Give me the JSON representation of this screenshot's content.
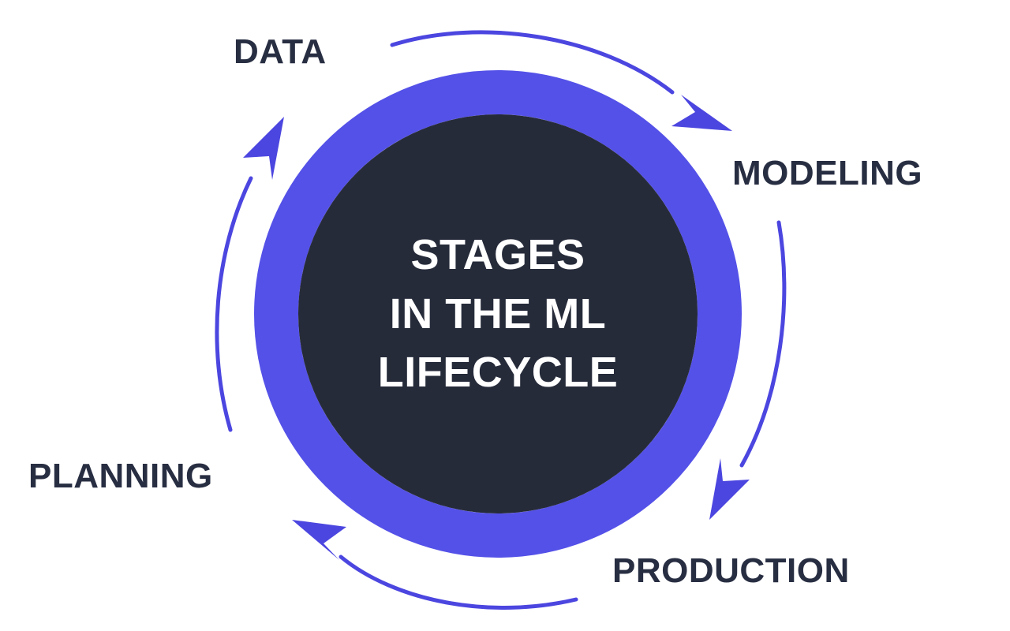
{
  "diagram": {
    "type": "cycle",
    "title_lines": [
      "STAGES",
      "IN THE ML",
      "LIFECYCLE"
    ],
    "center_title": "STAGES IN THE ML LIFECYCLE",
    "colors": {
      "background": "#ffffff",
      "ring": "#5451e8",
      "inner_disc": "#262b3a",
      "label_text": "#282e42",
      "center_text": "#ffffff",
      "arrow": "#4c46e0"
    },
    "stages": [
      {
        "id": "data",
        "label": "DATA",
        "position": "top-left"
      },
      {
        "id": "modeling",
        "label": "MODELING",
        "position": "right"
      },
      {
        "id": "production",
        "label": "PRODUCTION",
        "position": "bottom-right"
      },
      {
        "id": "planning",
        "label": "PLANNING",
        "position": "left"
      }
    ],
    "arrows": [
      {
        "id": "data-to-modeling",
        "from": "DATA",
        "to": "MODELING",
        "direction": "clockwise"
      },
      {
        "id": "modeling-to-production",
        "from": "MODELING",
        "to": "PRODUCTION",
        "direction": "clockwise"
      },
      {
        "id": "production-to-planning",
        "from": "PRODUCTION",
        "to": "PLANNING",
        "direction": "clockwise"
      },
      {
        "id": "planning-to-data",
        "from": "PLANNING",
        "to": "DATA",
        "direction": "clockwise"
      }
    ]
  }
}
